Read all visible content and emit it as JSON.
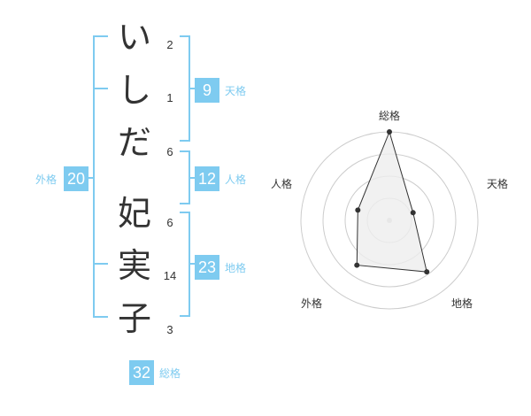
{
  "name": {
    "chars": [
      {
        "char": "い",
        "strokes": "2"
      },
      {
        "char": "し",
        "strokes": "1"
      },
      {
        "char": "だ",
        "strokes": "6"
      },
      {
        "char": "妃",
        "strokes": "6"
      },
      {
        "char": "実",
        "strokes": "14"
      },
      {
        "char": "子",
        "strokes": "3"
      }
    ]
  },
  "fortune": {
    "tenkaku": {
      "value": "9",
      "label": "天格"
    },
    "jinkaku": {
      "value": "12",
      "label": "人格"
    },
    "chikaku": {
      "value": "23",
      "label": "地格"
    },
    "gaikaku": {
      "value": "20",
      "label": "外格"
    },
    "soukaku": {
      "value": "32",
      "label": "総格"
    }
  },
  "colors": {
    "accent": "#7ecbf0",
    "text": "#333333",
    "grid": "#cccccc",
    "fill": "#eeeeee"
  },
  "chart_data": {
    "type": "radar",
    "axes": [
      "総格",
      "天格",
      "地格",
      "外格",
      "人格"
    ],
    "values": [
      32,
      9,
      23,
      20,
      12
    ],
    "rings": 4,
    "range": [
      0,
      32
    ]
  }
}
